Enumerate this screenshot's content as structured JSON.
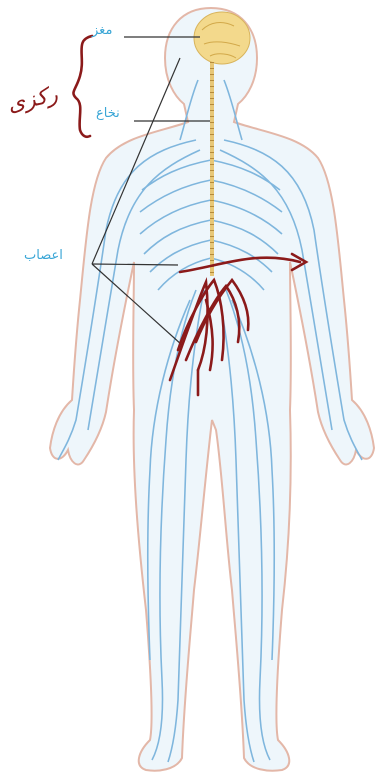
{
  "labels": {
    "brain": "مغز",
    "spinal_cord": "نخاع",
    "nerves": "اعصاب"
  },
  "handwritten_note": "رکزی",
  "colors": {
    "label_text": "#3aa6d6",
    "nerve": "#7fb6dd",
    "nerve_dark": "#5a9ccc",
    "body_fill": "#eef6fb",
    "body_outline": "#e3b7a8",
    "brain_fill": "#f3d98c",
    "spinal_cord": "#e7c777",
    "leader_line": "#333333",
    "handwriting": "#8b1a1a"
  }
}
